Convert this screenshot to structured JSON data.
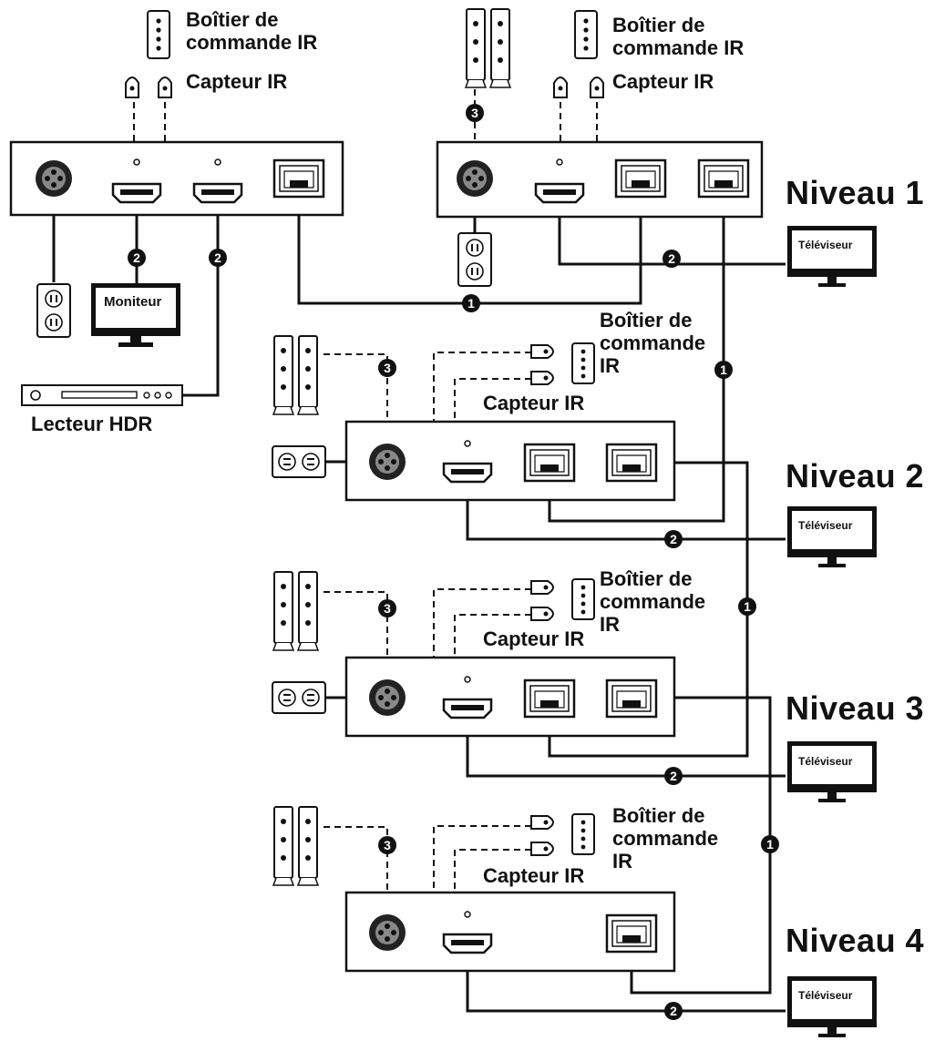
{
  "levels": [
    "Niveau 1",
    "Niveau 2",
    "Niveau 3",
    "Niveau 4"
  ],
  "labels": {
    "ir_box": "Boîtier de\ncommande IR",
    "ir_box_split": "Boîtier de\ncommande\nIR",
    "ir_sensor": "Capteur IR",
    "monitor": "Moniteur",
    "tv": "Téléviseur",
    "hdr_player": "Lecteur HDR"
  },
  "connection_markers": [
    "1",
    "2",
    "3"
  ],
  "colors": {
    "ink": "#111111",
    "panel": "#ffffff",
    "line": "#1a1a1a"
  }
}
